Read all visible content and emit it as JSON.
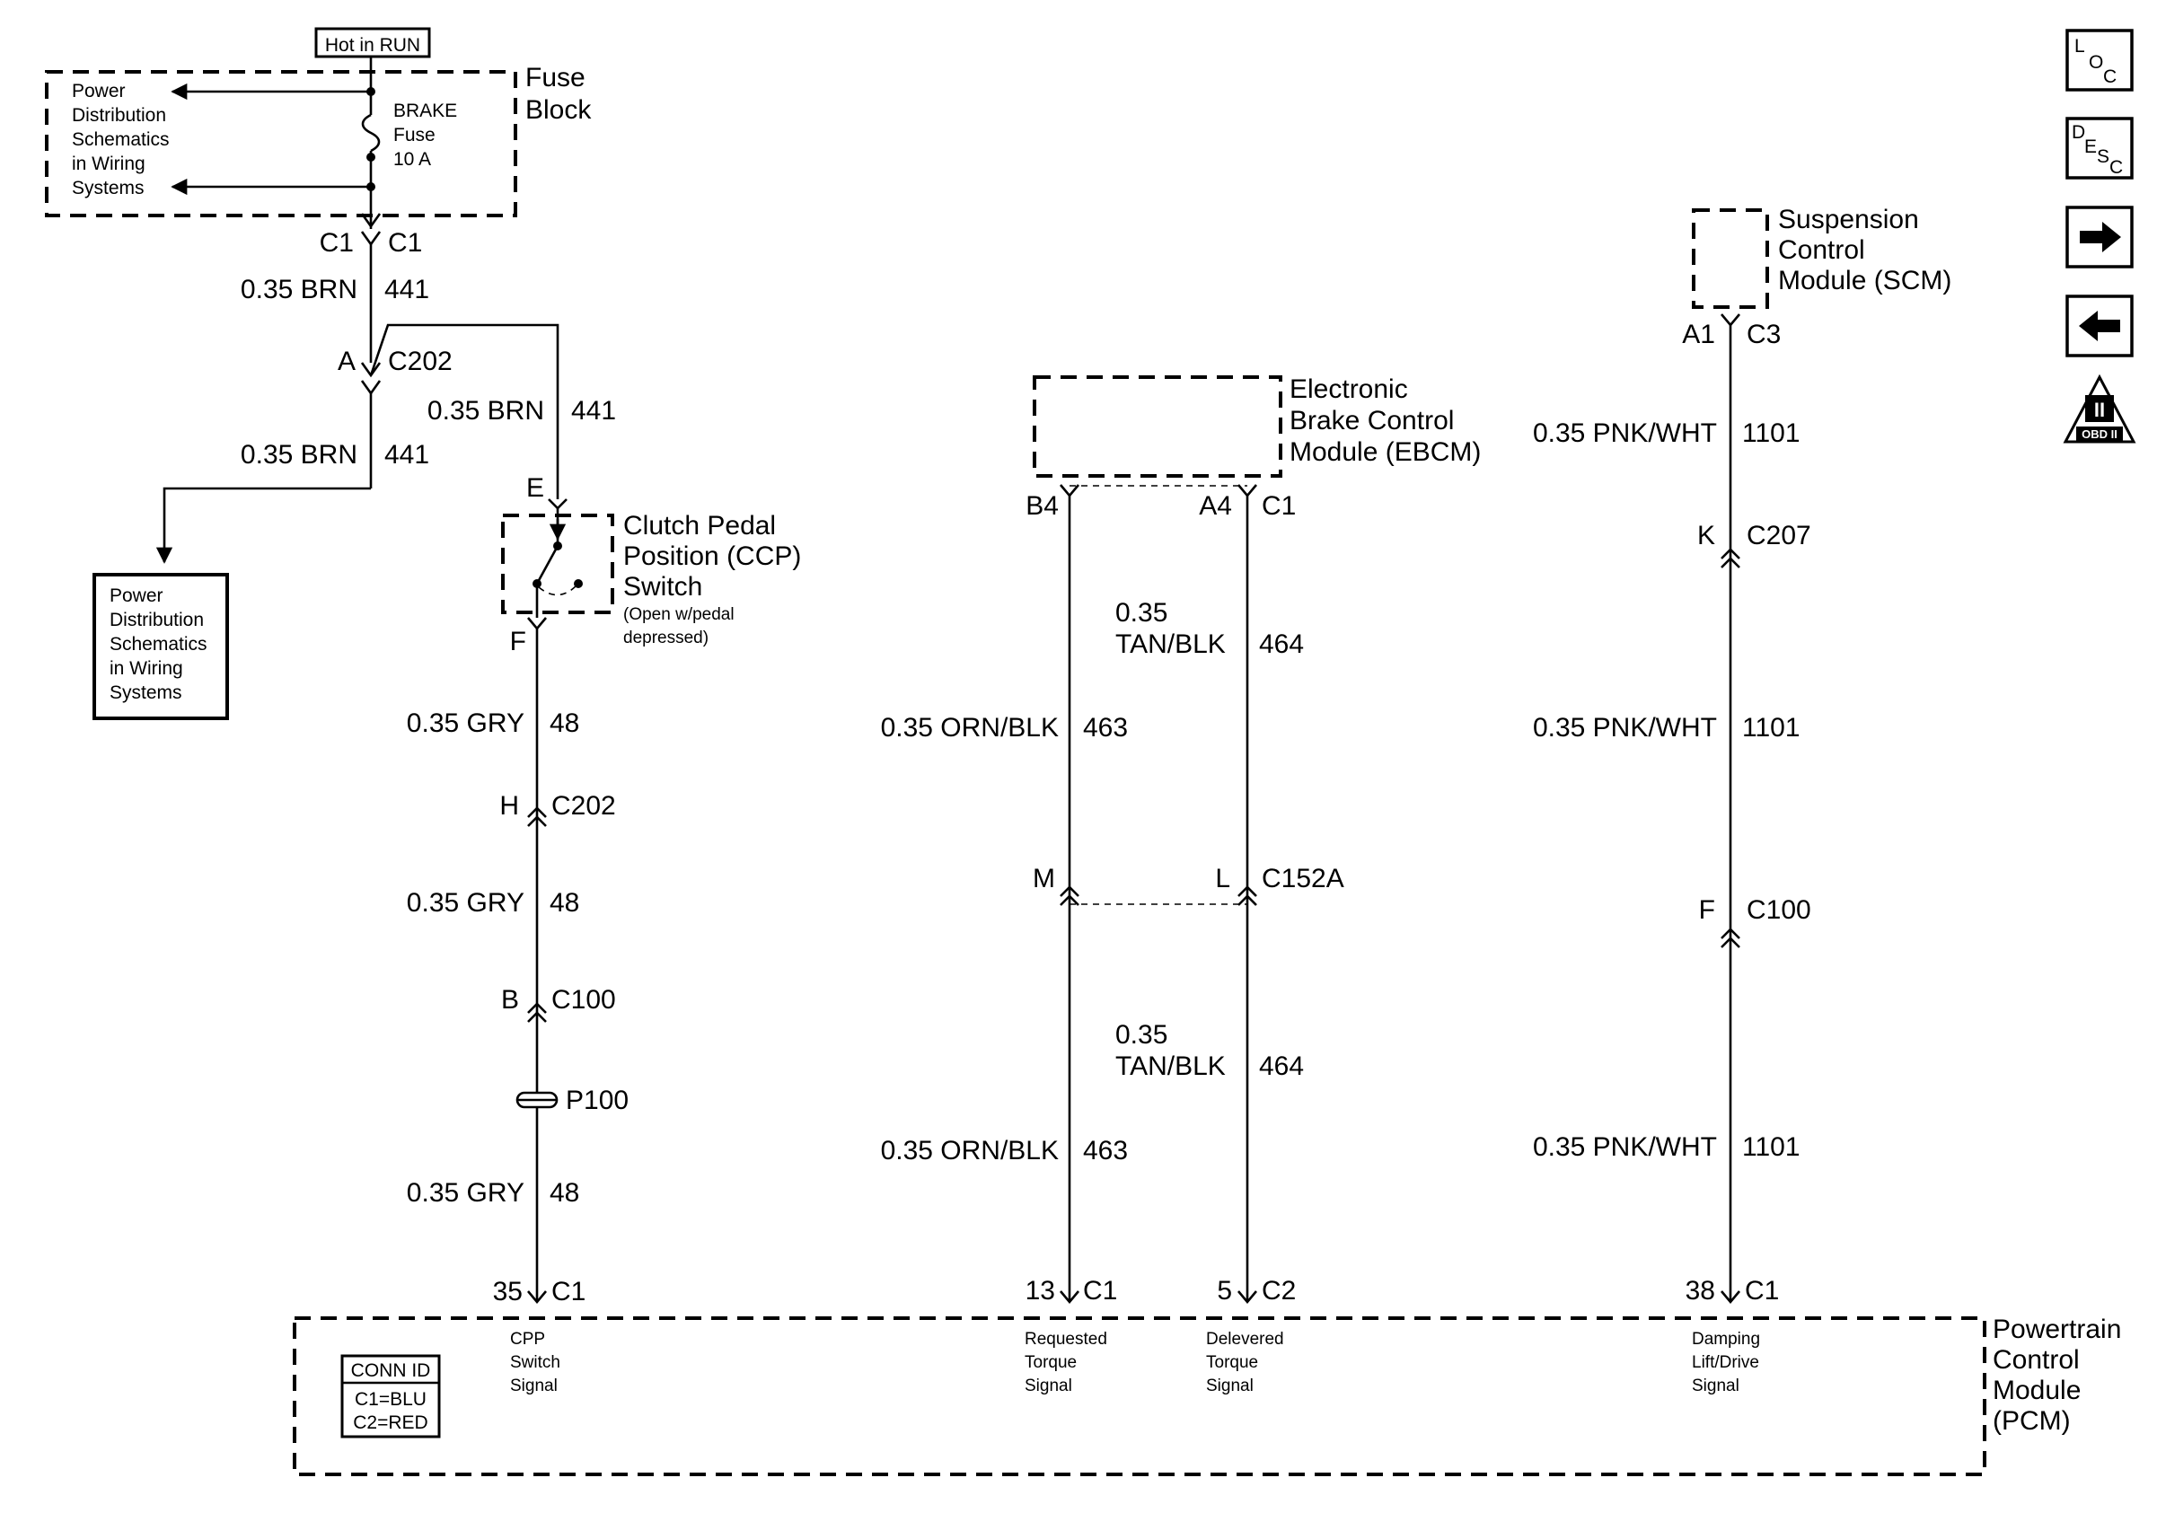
{
  "fuse_block": {
    "hot_label": "Hot in RUN",
    "title_lines": [
      "Fuse",
      "Block"
    ],
    "fuse_lines": [
      "BRAKE",
      "Fuse",
      "10 A"
    ],
    "ref_lines": [
      "Power",
      "Distribution",
      "Schematics",
      "in Wiring",
      "Systems"
    ],
    "conn_left": "C1",
    "conn_right": "C1"
  },
  "power_dist_box": {
    "lines": [
      "Power",
      "Distribution",
      "Schematics",
      "in Wiring",
      "Systems"
    ]
  },
  "circuit_441": {
    "wire_upper": {
      "gauge": "0.35 BRN",
      "circuit": "441"
    },
    "splice": {
      "pin": "A",
      "connector": "C202"
    },
    "wire_branch": {
      "gauge": "0.35 BRN",
      "circuit": "441"
    },
    "wire_lower": {
      "gauge": "0.35 BRN",
      "circuit": "441"
    }
  },
  "ccp_switch": {
    "pin_top": "E",
    "pin_bottom": "F",
    "title_lines": [
      "Clutch Pedal",
      "Position (CCP)",
      "Switch"
    ],
    "note_lines": [
      "(Open w/pedal",
      "depressed)"
    ]
  },
  "circuit_48": {
    "wire_1": {
      "gauge": "0.35 GRY",
      "circuit": "48"
    },
    "conn_1": {
      "pin": "H",
      "connector": "C202"
    },
    "wire_2": {
      "gauge": "0.35 GRY",
      "circuit": "48"
    },
    "conn_2": {
      "pin": "B",
      "connector": "C100"
    },
    "ground_label": "P100",
    "wire_3": {
      "gauge": "0.35 GRY",
      "circuit": "48"
    }
  },
  "ebcm": {
    "title_lines": [
      "Electronic",
      "Brake Control",
      "Module (EBCM)"
    ],
    "pin_left": "B4",
    "pin_right": "A4",
    "connector": "C1"
  },
  "circuit_463": {
    "wire_upper": {
      "gauge": "0.35 ORN/BLK",
      "circuit": "463"
    },
    "pin_mid": "M",
    "wire_lower": {
      "gauge": "0.35 ORN/BLK",
      "circuit": "463"
    }
  },
  "circuit_464": {
    "wire_upper": {
      "gauge_lines": [
        "0.35",
        "TAN/BLK"
      ],
      "circuit": "464"
    },
    "pin_mid": "L",
    "connector_mid": "C152A",
    "wire_lower": {
      "gauge_lines": [
        "0.35",
        "TAN/BLK"
      ],
      "circuit": "464"
    }
  },
  "scm": {
    "title_lines": [
      "Suspension",
      "Control",
      "Module (SCM)"
    ],
    "pin": "A1",
    "connector": "C3"
  },
  "circuit_1101": {
    "wire_1": {
      "gauge": "0.35 PNK/WHT",
      "circuit": "1101"
    },
    "conn_1": {
      "pin": "K",
      "connector": "C207"
    },
    "wire_2": {
      "gauge": "0.35 PNK/WHT",
      "circuit": "1101"
    },
    "conn_2": {
      "pin": "F",
      "connector": "C100"
    },
    "wire_3": {
      "gauge": "0.35 PNK/WHT",
      "circuit": "1101"
    }
  },
  "pcm": {
    "title_lines": [
      "Powertrain",
      "Control",
      "Module",
      "(PCM)"
    ],
    "conn_id": {
      "title": "CONN ID",
      "rows": [
        "C1=BLU",
        "C2=RED"
      ]
    },
    "pins": [
      {
        "pin": "35",
        "connector": "C1",
        "signal_lines": [
          "CPP",
          "Switch",
          "Signal"
        ]
      },
      {
        "pin": "13",
        "connector": "C1",
        "signal_lines": [
          "Requested",
          "Torque",
          "Signal"
        ]
      },
      {
        "pin": "5",
        "connector": "C2",
        "signal_lines": [
          "Delevered",
          "Torque",
          "Signal"
        ]
      },
      {
        "pin": "38",
        "connector": "C1",
        "signal_lines": [
          "Damping",
          "Lift/Drive",
          "Signal"
        ]
      }
    ]
  },
  "nav_icons": {
    "loc": {
      "a": "L",
      "b": "O",
      "c": "C"
    },
    "desc": {
      "a": "D",
      "b": "E",
      "c": "S",
      "d": "C"
    },
    "obd": {
      "numeral": "II",
      "label": "OBD II"
    }
  }
}
